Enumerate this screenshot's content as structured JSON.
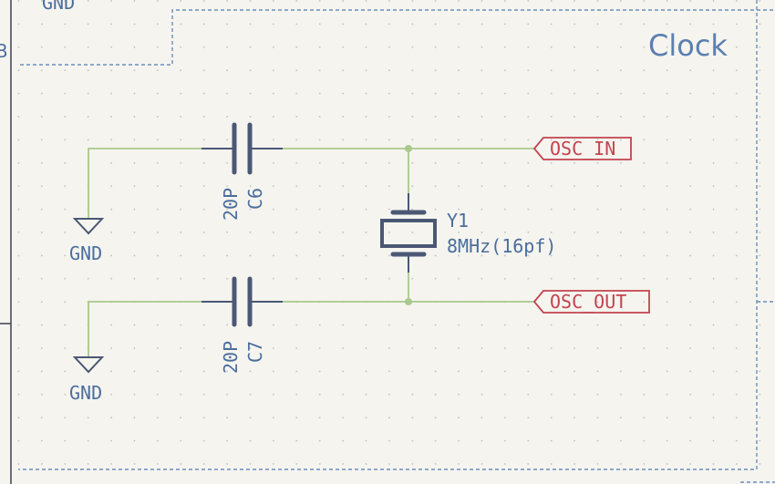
{
  "sheet": {
    "title": "Clock",
    "partial_label_top": "GND",
    "partial_label_left": "B"
  },
  "components": {
    "c6": {
      "ref": "C6",
      "value": "20P"
    },
    "c7": {
      "ref": "C7",
      "value": "20P"
    },
    "y1": {
      "ref": "Y1",
      "value": "8MHz(16pf)"
    }
  },
  "power": {
    "gnd1": "GND",
    "gnd2": "GND"
  },
  "nets": {
    "osc_in": "OSC_IN",
    "osc_out": "OSC_OUT"
  },
  "colors": {
    "background": "#f5f4ef",
    "wire": "#a9c98d",
    "component": "#4a5874",
    "text": "#4a6e9c",
    "net_label": "#c2444f",
    "sheet_border": "#6b8fbe"
  }
}
